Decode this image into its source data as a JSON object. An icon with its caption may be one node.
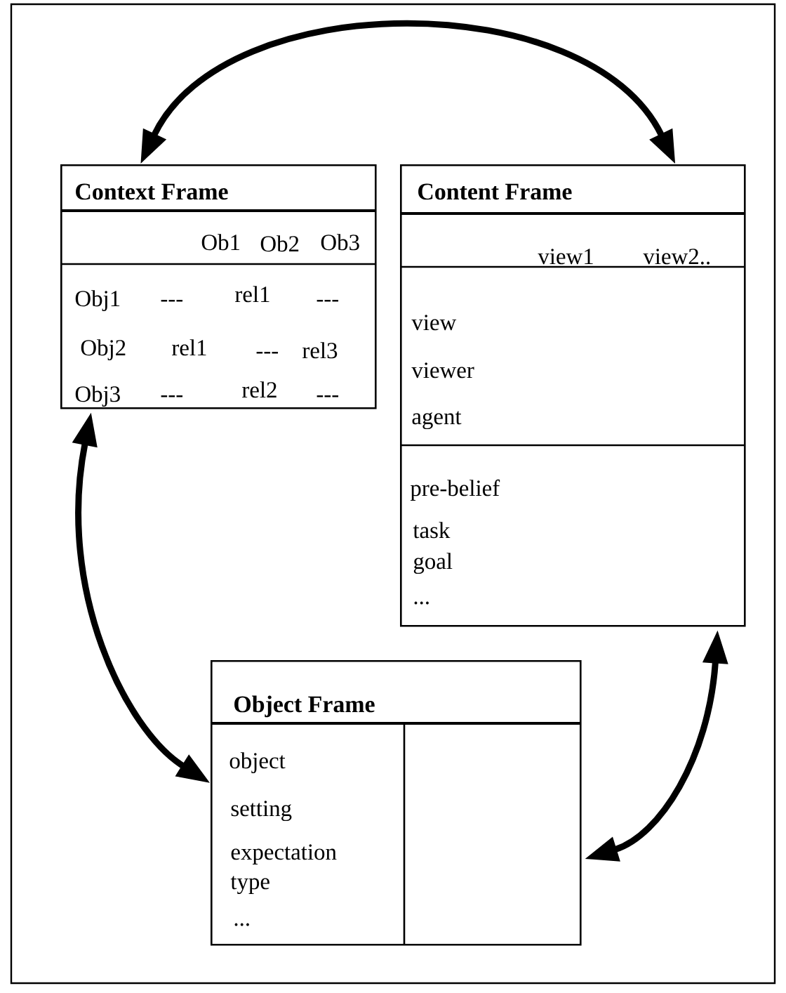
{
  "diagram": {
    "nodes": [
      {
        "text": [
          "Context Frame",
          "Ob1",
          "Ob2",
          "Ob3",
          "Obj1",
          "---",
          "rel1",
          "---",
          "Obj2",
          "rel1",
          "---",
          "rel3",
          "Obj3",
          "---",
          "rel2",
          "---"
        ]
      },
      {
        "text": [
          "Content Frame",
          "view1",
          "view2..",
          "view",
          "viewer",
          "agent",
          "pre-belief",
          "task",
          "goal",
          "..."
        ]
      },
      {
        "text": [
          "Object Frame",
          "object",
          "setting",
          "expectation",
          "type",
          "..."
        ]
      }
    ],
    "edges": [
      {
        "from": 0,
        "to": 1,
        "arrow": "both"
      },
      {
        "from": 0,
        "to": 2,
        "arrow": "both"
      },
      {
        "from": 1,
        "to": 2,
        "arrow": "both"
      }
    ]
  }
}
